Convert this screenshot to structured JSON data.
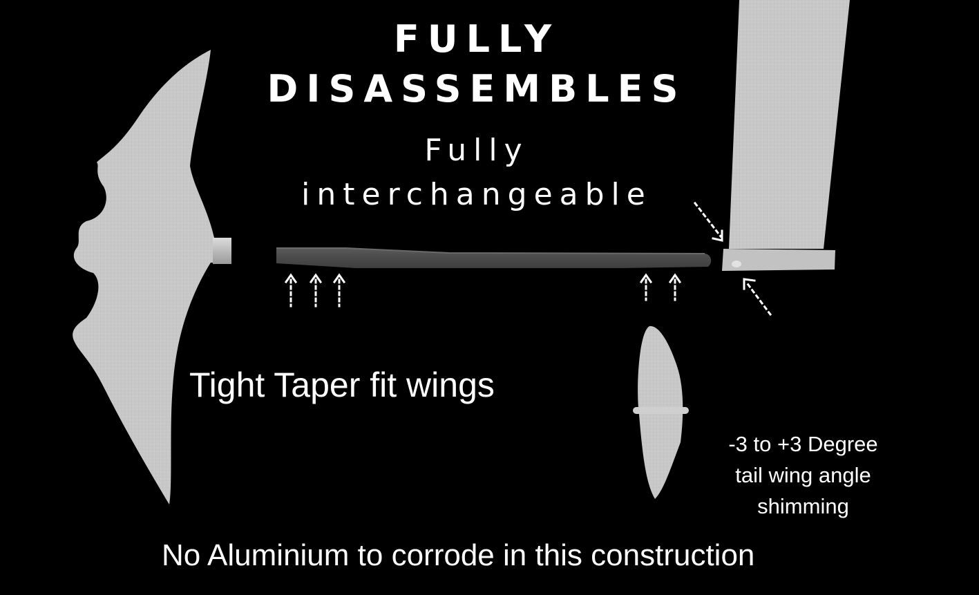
{
  "heading": {
    "line1": "FULLY",
    "line2": "DISASSEMBLES"
  },
  "subheading": {
    "line1": "Fully",
    "line2": "interchangeable"
  },
  "captions": {
    "taper_fit": "Tight Taper fit wings",
    "shimming_line1": "-3 to +3 Degree",
    "shimming_line2": "tail wing angle",
    "shimming_line3": "shimming",
    "no_aluminium": "No Aluminium to corrode in this construction"
  },
  "components": {
    "front_wing": "front-wing",
    "fuselage": "fuselage",
    "mast": "mast",
    "tail_wing": "tail-wing"
  },
  "colors": {
    "background": "#000000",
    "text": "#ffffff",
    "wing_surface": "#c8c8c8",
    "fuselage": "#4a4a4a"
  }
}
